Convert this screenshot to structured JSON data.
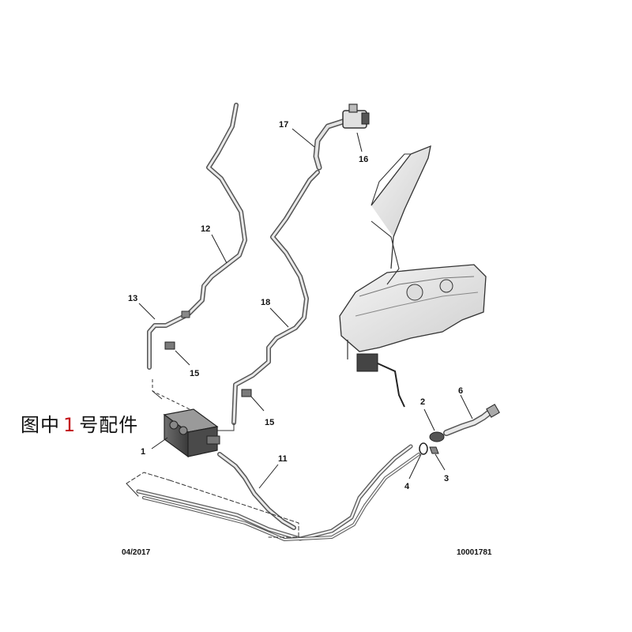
{
  "callouts": {
    "n1": "1",
    "n2": "2",
    "n3": "3",
    "n4": "4",
    "n6": "6",
    "n11": "11",
    "n12": "12",
    "n13": "13",
    "n15a": "15",
    "n15b": "15",
    "n16": "16",
    "n17": "17",
    "n18": "18"
  },
  "caption": {
    "before": "图中",
    "highlight": "1",
    "after": "号配件",
    "highlight_color": "#c4161c"
  },
  "footer": {
    "date": "04/2017",
    "ref": "10001781"
  }
}
